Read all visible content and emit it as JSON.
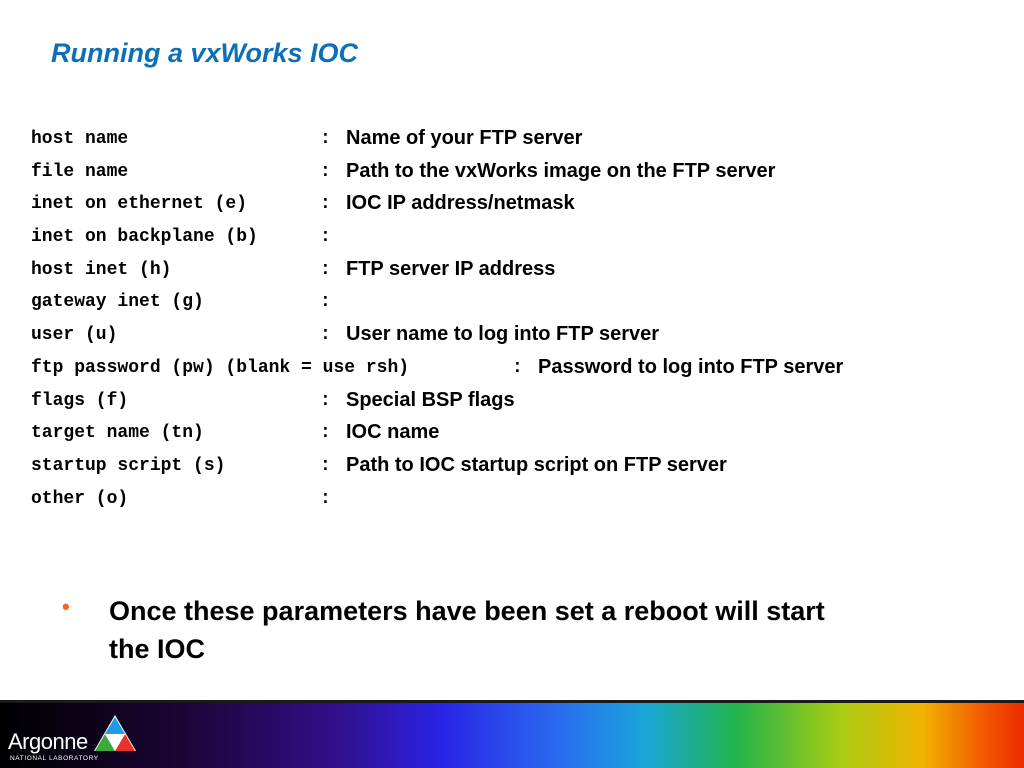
{
  "title": "Running a vxWorks IOC",
  "params": [
    {
      "key": "host name",
      "colon": ":",
      "desc": "Name of your FTP server"
    },
    {
      "key": "file name",
      "colon": ":",
      "desc": "Path to the vxWorks image on the FTP server"
    },
    {
      "key": "inet on ethernet (e)",
      "colon": ":",
      "desc": "IOC IP address/netmask"
    },
    {
      "key": "inet on backplane (b)",
      "colon": ":",
      "desc": ""
    },
    {
      "key": "host inet (h)",
      "colon": ":",
      "desc": "FTP server IP address"
    },
    {
      "key": "gateway inet (g)",
      "colon": ":",
      "desc": ""
    },
    {
      "key": "user (u)",
      "colon": ":",
      "desc": "User name to log into FTP server"
    },
    {
      "key": "ftp password (pw) (blank = use rsh)",
      "colon": ":",
      "desc": "Password to log into FTP server"
    },
    {
      "key": "flags (f)",
      "colon": ":",
      "desc": "Special BSP flags"
    },
    {
      "key": "target name (tn)",
      "colon": ":",
      "desc": "IOC name"
    },
    {
      "key": "startup script (s)",
      "colon": ":",
      "desc": "Path to IOC startup script on FTP server"
    },
    {
      "key": "other (o)",
      "colon": ":",
      "desc": ""
    }
  ],
  "bullet": {
    "marker": "•",
    "text": "Once these parameters have been set a reboot will start the IOC"
  },
  "footer": {
    "logo_word": "Argonne",
    "logo_sub": "NATIONAL LABORATORY",
    "logo_icon": "argonne-triangle-logo-icon"
  },
  "colors": {
    "title": "#0d6fb8",
    "bullet_marker": "#f26722",
    "text": "#000000"
  }
}
